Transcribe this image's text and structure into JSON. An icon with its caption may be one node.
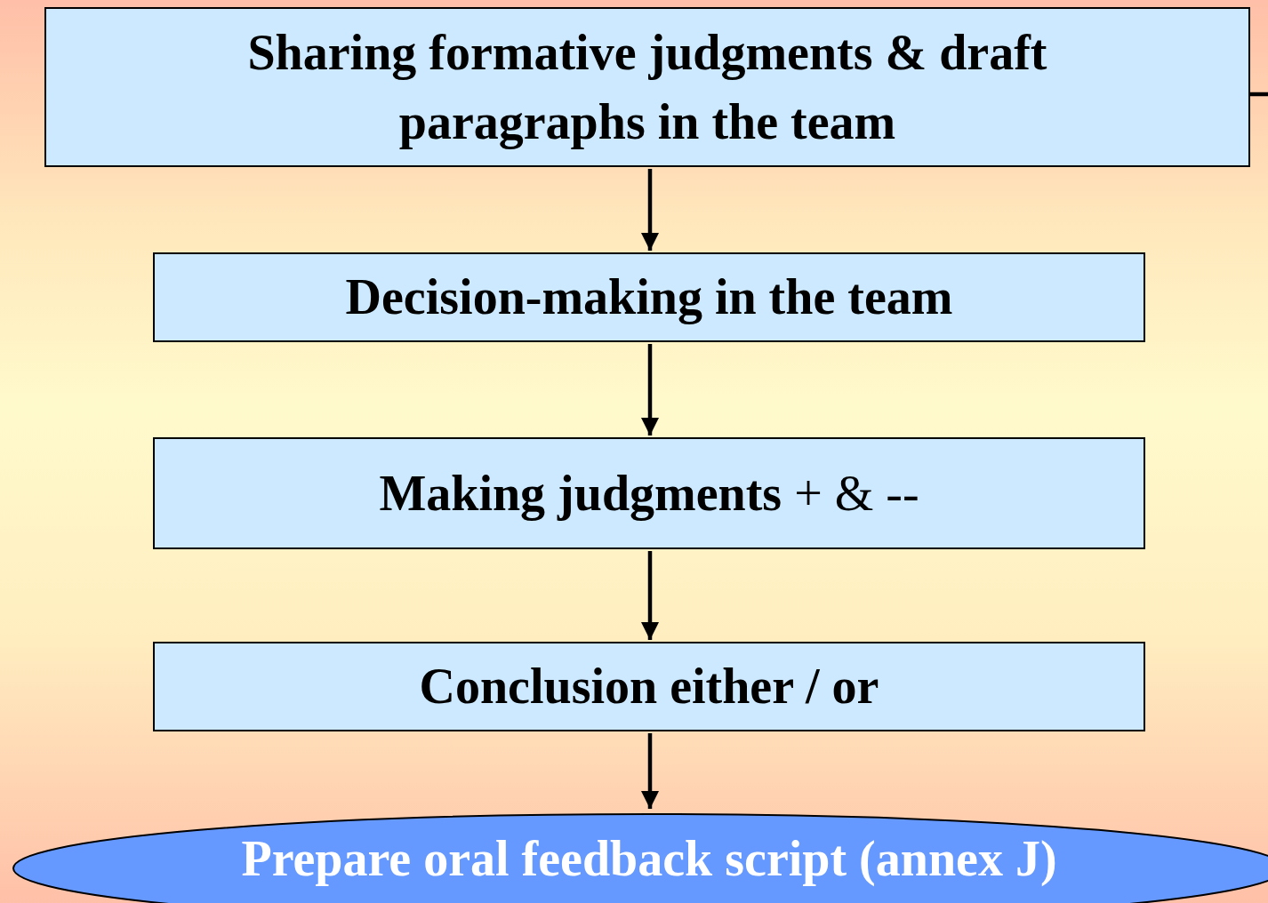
{
  "diagram": {
    "nodes": [
      {
        "text": [
          "Sharing formative judgments & draft paragraphs in the team"
        ]
      },
      {
        "text": [
          "Decision-making in the team"
        ]
      },
      {
        "text": [
          "**Making judgments** + & --"
        ]
      },
      {
        "text": [
          "Conclusion either / or"
        ]
      },
      {
        "text": [
          "Prepare oral feedback script (annex J)"
        ]
      }
    ],
    "edges": [
      {
        "from": 0,
        "to": 1,
        "arrow": "to"
      },
      {
        "from": 1,
        "to": 2,
        "arrow": "to"
      },
      {
        "from": 2,
        "to": 3,
        "arrow": "to"
      },
      {
        "from": 3,
        "to": 4,
        "arrow": "to"
      },
      {
        "from": 0,
        "to": null,
        "arrow": "none"
      }
    ]
  }
}
